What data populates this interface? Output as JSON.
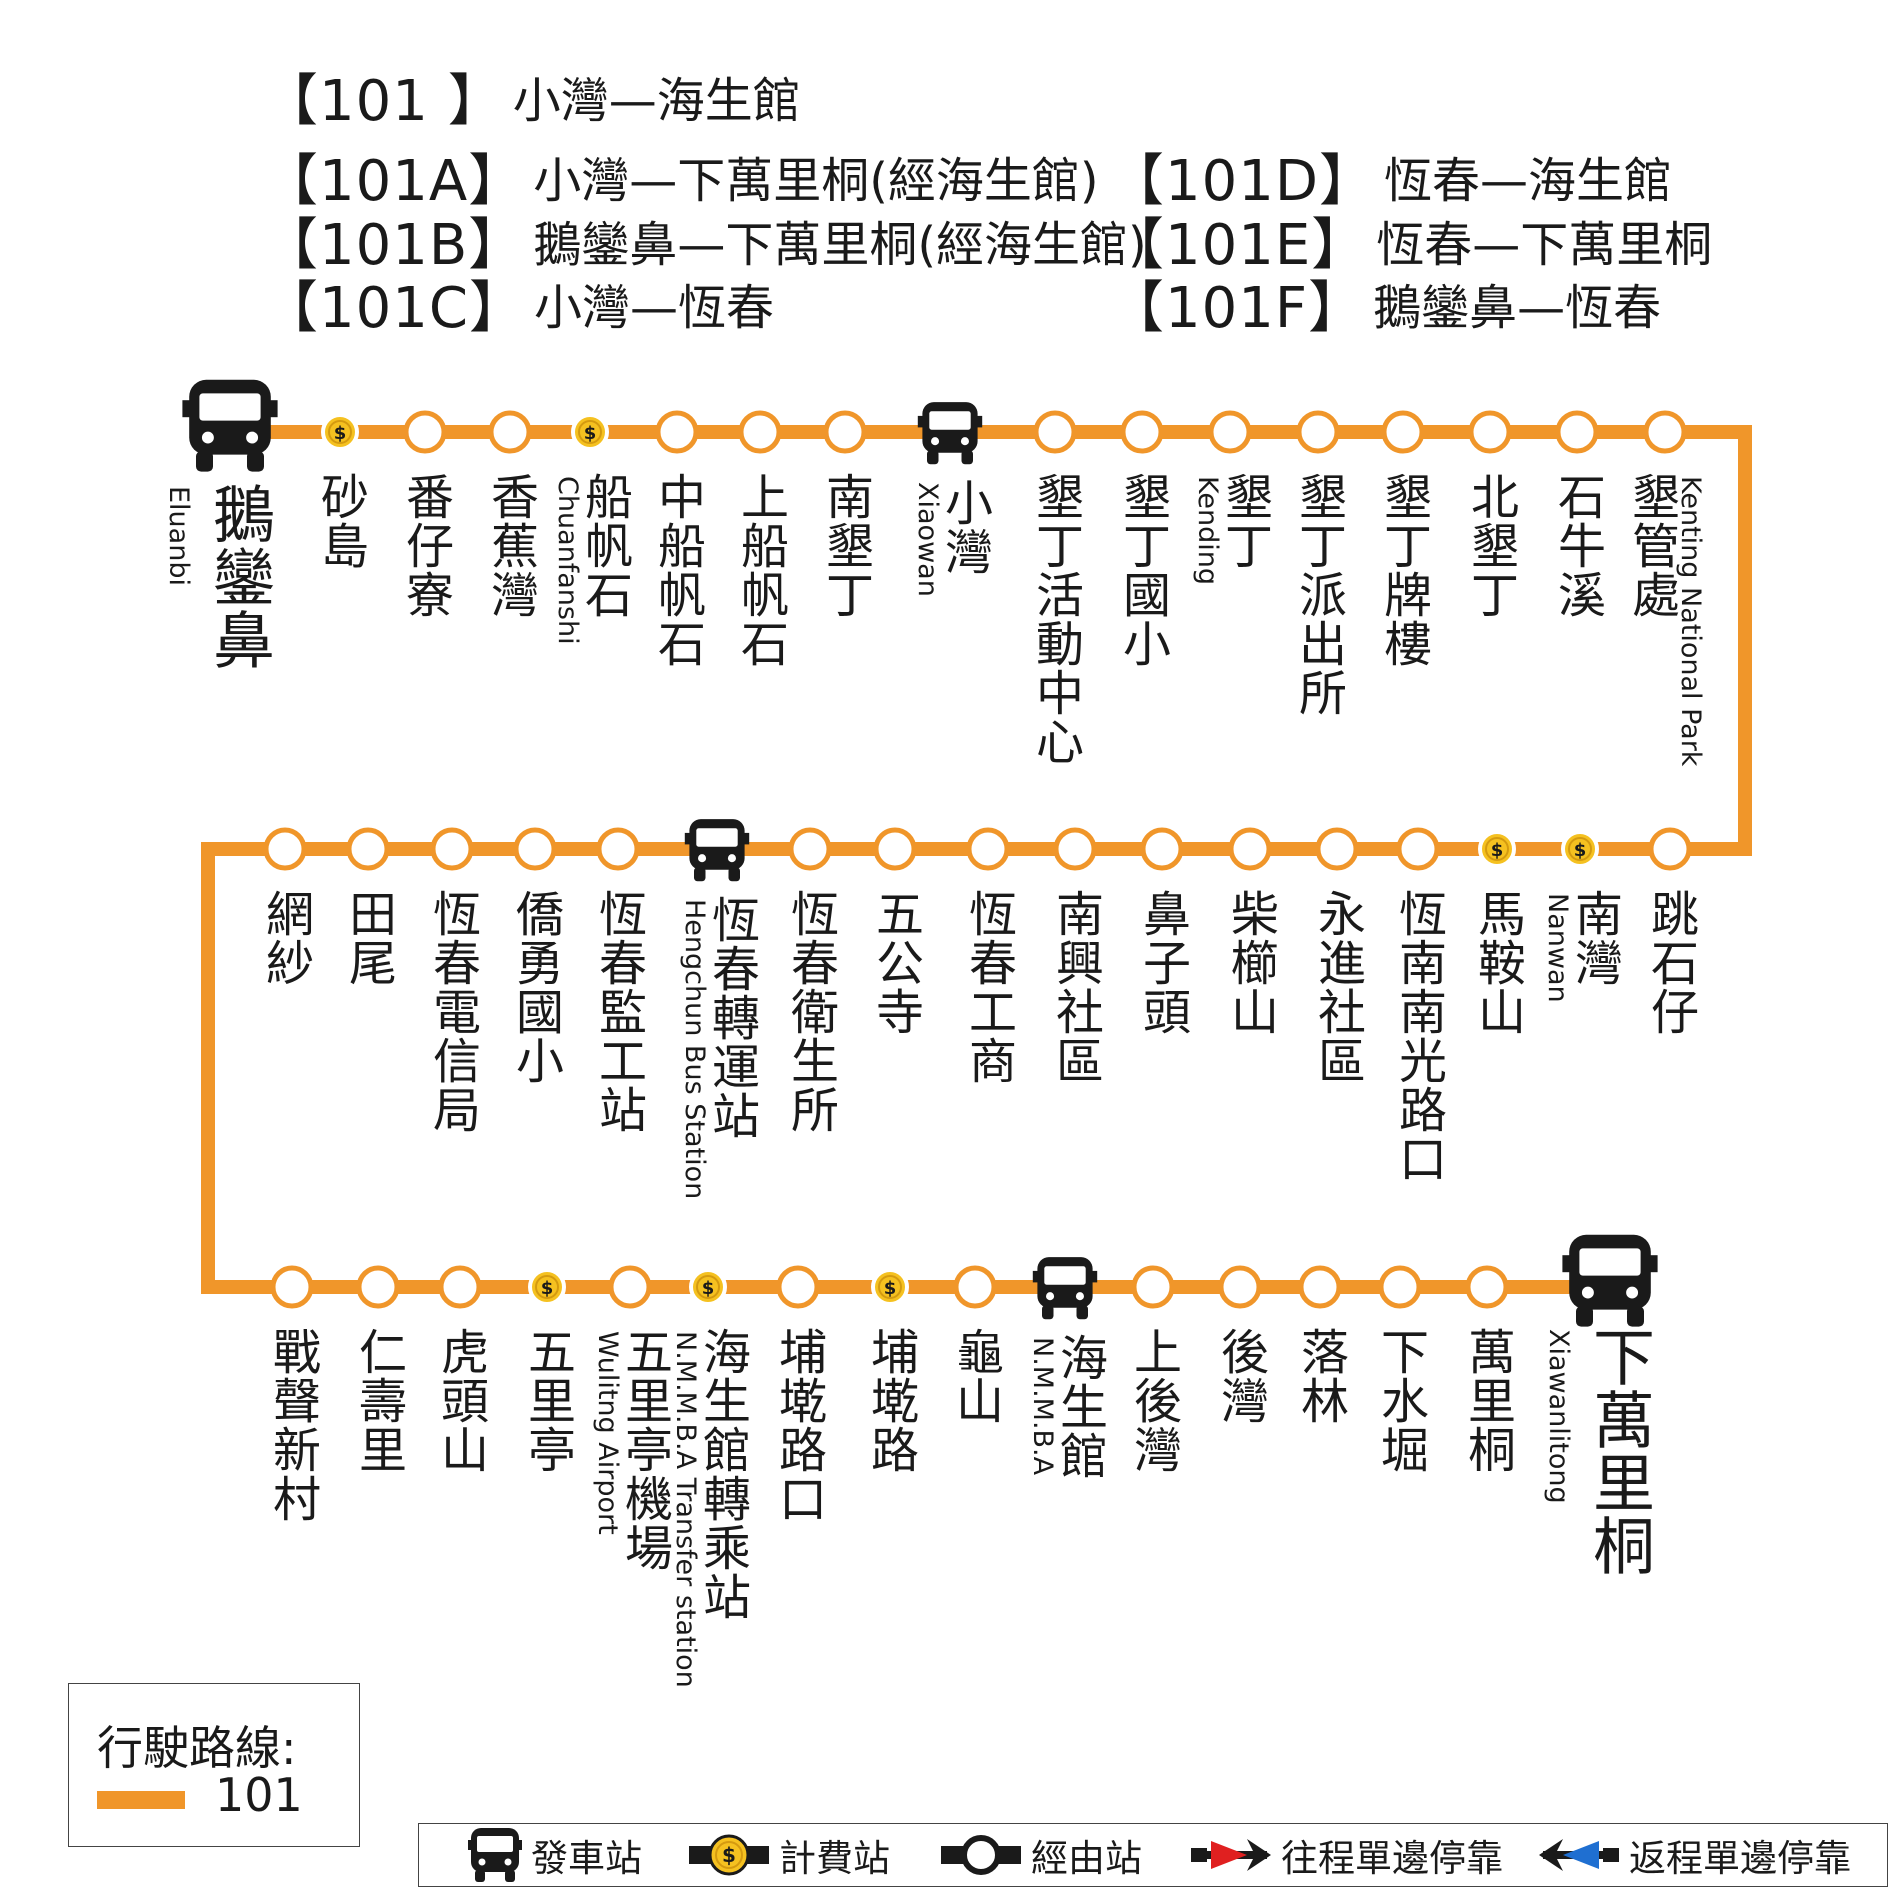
{
  "colors": {
    "route": "#f0962a",
    "ink": "#1a1a1a",
    "stop_fill": "#ffffff",
    "fare_coin": "#f5c120",
    "forward_arrow": "#e02020",
    "return_arrow": "#1f6fd1"
  },
  "routes": [
    {
      "code": "【101 】",
      "desc": "小灣—海生館"
    },
    {
      "code": "【101A】",
      "desc": "小灣—下萬里桐(經海生館)"
    },
    {
      "code": "【101B】",
      "desc": "鵝鑾鼻—下萬里桐(經海生館)"
    },
    {
      "code": "【101C】",
      "desc": "小灣—恆春"
    },
    {
      "code": "【101D】",
      "desc": "恆春—海生館"
    },
    {
      "code": "【101E】",
      "desc": "恆春—下萬里桐"
    },
    {
      "code": "【101F】",
      "desc": "鵝鑾鼻—恆春"
    }
  ],
  "rows": [
    {
      "stops": [
        {
          "name": "鵝鑾鼻",
          "en": "Eluanbi",
          "type": "terminal"
        },
        {
          "name": "砂島",
          "type": "fare"
        },
        {
          "name": "番仔寮",
          "type": "stop"
        },
        {
          "name": "香蕉灣",
          "type": "stop"
        },
        {
          "name": "船帆石",
          "en": "Chuanfanshi",
          "type": "fare"
        },
        {
          "name": "中船帆石",
          "type": "stop"
        },
        {
          "name": "上船帆石",
          "type": "stop"
        },
        {
          "name": "南墾丁",
          "type": "stop"
        },
        {
          "name": "小灣",
          "en": "Xiaowan",
          "type": "depot"
        },
        {
          "name": "墾丁活動中心",
          "type": "stop"
        },
        {
          "name": "墾丁國小",
          "type": "stop"
        },
        {
          "name": "墾丁",
          "en": "Kending",
          "type": "stop"
        },
        {
          "name": "墾丁派出所",
          "type": "stop"
        },
        {
          "name": "墾丁牌樓",
          "type": "stop"
        },
        {
          "name": "北墾丁",
          "type": "stop"
        },
        {
          "name": "石牛溪",
          "type": "stop"
        },
        {
          "name": "墾管處",
          "en": "Kenting National Park",
          "type": "stop"
        }
      ]
    },
    {
      "stops": [
        {
          "name": "網紗",
          "type": "stop"
        },
        {
          "name": "田尾",
          "type": "stop"
        },
        {
          "name": "恆春電信局",
          "type": "stop"
        },
        {
          "name": "僑勇國小",
          "type": "stop"
        },
        {
          "name": "恆春監工站",
          "type": "stop"
        },
        {
          "name": "恆春轉運站",
          "en": "Hengchun Bus Station",
          "type": "depot"
        },
        {
          "name": "恆春衛生所",
          "type": "stop"
        },
        {
          "name": "五公寺",
          "type": "stop"
        },
        {
          "name": "恆春工商",
          "type": "stop"
        },
        {
          "name": "南興社區",
          "type": "stop"
        },
        {
          "name": "鼻子頭",
          "type": "stop"
        },
        {
          "name": "柴櫛山",
          "type": "stop"
        },
        {
          "name": "永進社區",
          "type": "stop"
        },
        {
          "name": "恆南南光路口",
          "type": "stop"
        },
        {
          "name": "馬鞍山",
          "type": "fare"
        },
        {
          "name": "南灣",
          "en": "Nanwan",
          "type": "fare"
        },
        {
          "name": "跳石仔",
          "type": "stop"
        }
      ]
    },
    {
      "stops": [
        {
          "name": "戰聲新村",
          "type": "stop"
        },
        {
          "name": "仁壽里",
          "type": "stop"
        },
        {
          "name": "虎頭山",
          "type": "stop"
        },
        {
          "name": "五里亭",
          "type": "fare"
        },
        {
          "name": "五里亭機場",
          "en": "Wulitng Airport",
          "type": "stop"
        },
        {
          "name": "海生館轉乘站",
          "en": "N.M.M.B.A Transfer station",
          "type": "fare"
        },
        {
          "name": "埔墘路口",
          "type": "stop"
        },
        {
          "name": "埔墘路",
          "type": "fare"
        },
        {
          "name": "龜山",
          "type": "stop"
        },
        {
          "name": "海生館",
          "en": "N.M.M.B.A",
          "type": "depot"
        },
        {
          "name": "上後灣",
          "type": "stop"
        },
        {
          "name": "後灣",
          "type": "stop"
        },
        {
          "name": "落林",
          "type": "stop"
        },
        {
          "name": "下水堀",
          "type": "stop"
        },
        {
          "name": "萬里桐",
          "type": "stop"
        },
        {
          "name": "下萬里桐",
          "en": "Xiawanlitong",
          "type": "terminal"
        }
      ]
    }
  ],
  "legend": {
    "title": "行駛路線:",
    "route": "101"
  },
  "key": [
    {
      "icon": "bus",
      "label": "發車站"
    },
    {
      "icon": "fare",
      "label": "計費站"
    },
    {
      "icon": "via",
      "label": "經由站"
    },
    {
      "icon": "forward",
      "label": "往程單邊停靠"
    },
    {
      "icon": "return",
      "label": "返程單邊停靠"
    }
  ]
}
